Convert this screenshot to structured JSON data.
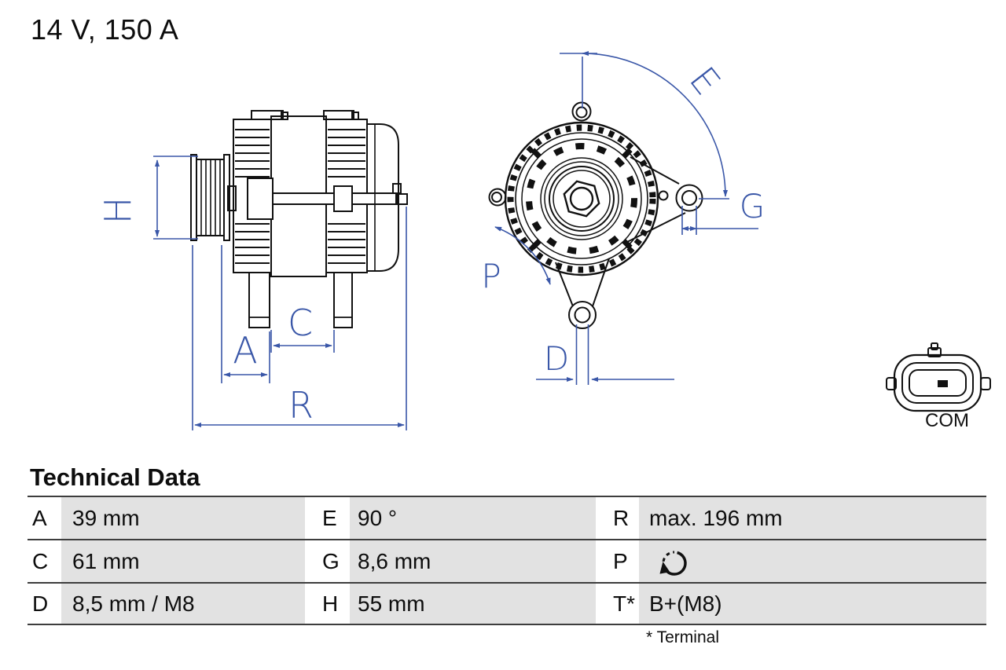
{
  "header": {
    "rating": "14 V, 150 A"
  },
  "diagram": {
    "dimensions": {
      "H": "H",
      "A": "A",
      "C": "C",
      "R": "R",
      "E": "E",
      "G": "G",
      "P": "P",
      "D": "D"
    },
    "connector": {
      "label": "COM"
    },
    "colors": {
      "dimension_blue": "#3A57A8",
      "drawing_line": "#111111"
    }
  },
  "technical_data": {
    "title": "Technical Data",
    "rows": [
      [
        {
          "label": "A",
          "value": "39 mm"
        },
        {
          "label": "E",
          "value": "90 °"
        },
        {
          "label": "R",
          "value": "max. 196 mm"
        }
      ],
      [
        {
          "label": "C",
          "value": "61 mm"
        },
        {
          "label": "G",
          "value": "8,6 mm"
        },
        {
          "label": "P",
          "value": "",
          "icon": "rotation-clockwise-icon"
        }
      ],
      [
        {
          "label": "D",
          "value": "8,5 mm / M8"
        },
        {
          "label": "H",
          "value": "55 mm"
        },
        {
          "label": "T*",
          "value": "B+(M8)"
        }
      ]
    ],
    "footnote": "* Terminal",
    "cell_background": "#E2E2E2"
  }
}
